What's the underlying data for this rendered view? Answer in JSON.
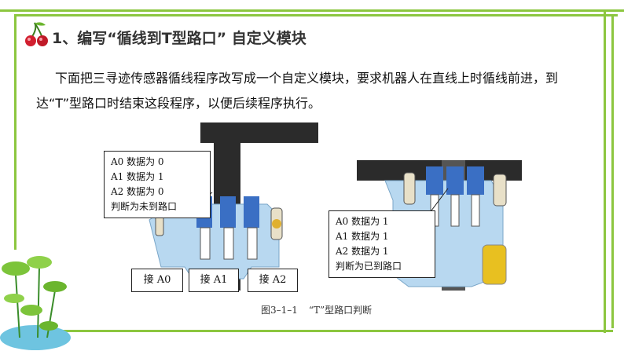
{
  "heading": {
    "title": "1、编写“循线到T型路口” 自定义模块"
  },
  "intro": {
    "paragraph": "下面把三寻迹传感器循线程序改写成一个自定义模块，要求机器人在直线上时循线前进，到达“T”型路口时结束这段程序，以便后续程序执行。"
  },
  "figure_left": {
    "callout": [
      "A0 数据为 0",
      "A1 数据为 1",
      "A2 数据为 0",
      "判断为未到路口"
    ],
    "ports": [
      "接 A0",
      "接 A1",
      "接 A2"
    ]
  },
  "figure_right": {
    "callout": [
      "A0 数据为 1",
      "A1 数据为 1",
      "A2 数据为 1",
      "判断为已到路口"
    ]
  },
  "caption": {
    "number": "图3–1–1",
    "text": "“T”型路口判断"
  },
  "colors": {
    "frame": "#8cc63f",
    "track": "#2b2b2b",
    "robot_body": "#b8d8f0",
    "sensor": "#3a6fc4"
  }
}
